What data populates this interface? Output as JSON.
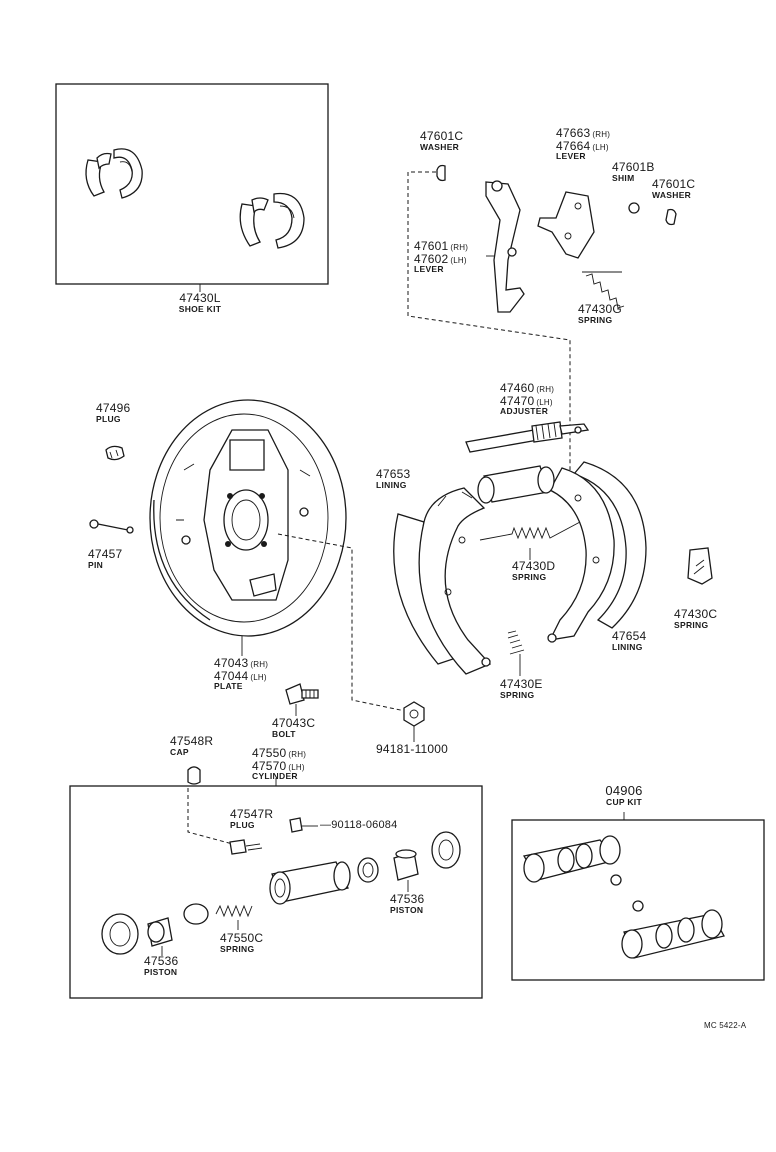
{
  "parts": {
    "shoe_kit": {
      "number": "47430L",
      "name": "SHOE KIT"
    },
    "washer_left": {
      "number": "47601C",
      "name": "WASHER"
    },
    "lever_top": {
      "number_rh": "47663",
      "number_lh": "47664",
      "rh": "(RH)",
      "lh": "(LH)",
      "name": "LEVER"
    },
    "shim": {
      "number": "47601B",
      "name": "SHIM"
    },
    "washer_right": {
      "number": "47601C",
      "name": "WASHER"
    },
    "lever_main": {
      "number_rh": "47601",
      "number_lh": "47602",
      "rh": "(RH)",
      "lh": "(LH)",
      "name": "LEVER"
    },
    "spring_g": {
      "number": "47430G",
      "name": "SPRING"
    },
    "adjuster": {
      "number_rh": "47460",
      "number_lh": "47470",
      "rh": "(RH)",
      "lh": "(LH)",
      "name": "ADJUSTER"
    },
    "plug_496": {
      "number": "47496",
      "name": "PLUG"
    },
    "lining_653": {
      "number": "47653",
      "name": "LINING"
    },
    "pin": {
      "number": "47457",
      "name": "PIN"
    },
    "spring_d": {
      "number": "47430D",
      "name": "SPRING"
    },
    "spring_c": {
      "number": "47430C",
      "name": "SPRING"
    },
    "lining_654": {
      "number": "47654",
      "name": "LINING"
    },
    "plate": {
      "number_rh": "47043",
      "number_lh": "47044",
      "rh": "(RH)",
      "lh": "(LH)",
      "name": "PLATE"
    },
    "spring_e": {
      "number": "47430E",
      "name": "SPRING"
    },
    "bolt": {
      "number": "47043C",
      "name": "BOLT"
    },
    "nut": {
      "number": "94181-11000"
    },
    "cap": {
      "number": "47548R",
      "name": "CAP"
    },
    "cylinder": {
      "number_rh": "47550",
      "number_lh": "47570",
      "rh": "(RH)",
      "lh": "(LH)",
      "name": "CYLINDER"
    },
    "cup_kit": {
      "number": "04906",
      "name": "CUP KIT"
    },
    "plug_547": {
      "number": "47547R",
      "name": "PLUG"
    },
    "bleeder": {
      "number": "90118-06084"
    },
    "piston_right": {
      "number": "47536",
      "name": "PISTON"
    },
    "spring_550c": {
      "number": "47550C",
      "name": "SPRING"
    },
    "piston_left": {
      "number": "47536",
      "name": "PISTON"
    }
  },
  "diagram_code": "MC 5422-A"
}
